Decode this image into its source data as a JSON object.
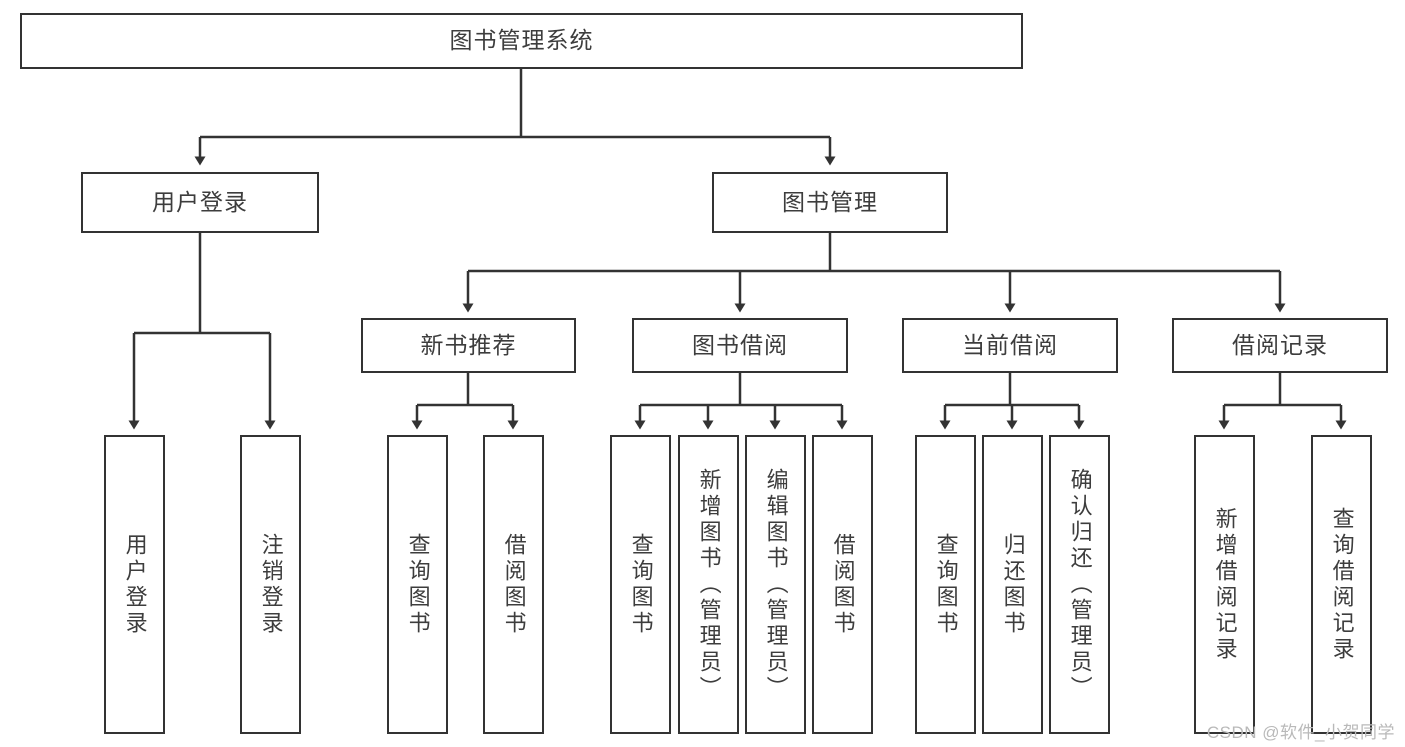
{
  "diagram": {
    "title": "图书管理系统",
    "type": "tree",
    "stroke_color": "#333333",
    "text_color": "#3d3d3d",
    "background_color": "#ffffff"
  },
  "root": {
    "label": "图书管理系统"
  },
  "level2": [
    {
      "label": "用户登录"
    },
    {
      "label": "图书管理"
    }
  ],
  "level3": [
    {
      "label": "新书推荐"
    },
    {
      "label": "图书借阅"
    },
    {
      "label": "当前借阅"
    },
    {
      "label": "借阅记录"
    }
  ],
  "leaves": {
    "user_login": [
      {
        "label": "用户登录"
      },
      {
        "label": "注销登录"
      }
    ],
    "new_book_recommend": [
      {
        "label": "查询图书"
      },
      {
        "label": "借阅图书"
      }
    ],
    "book_borrow": [
      {
        "label": "查询图书"
      },
      {
        "label": "新增图书（管理员）"
      },
      {
        "label": "编辑图书（管理员）"
      },
      {
        "label": "借阅图书"
      }
    ],
    "current_borrow": [
      {
        "label": "查询图书"
      },
      {
        "label": "归还图书"
      },
      {
        "label": "确认归还（管理员）"
      }
    ],
    "borrow_record": [
      {
        "label": "新增借阅记录"
      },
      {
        "label": "查询借阅记录"
      }
    ]
  },
  "watermark": {
    "text": "CSDN @软件_小贺同学"
  }
}
